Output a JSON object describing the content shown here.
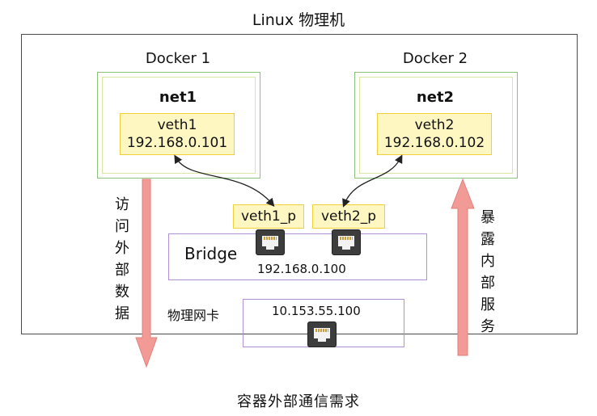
{
  "host": {
    "title": "Linux 物理机"
  },
  "docker1": {
    "label": "Docker 1",
    "net": "net1",
    "veth_name": "veth1",
    "veth_ip": "192.168.0.101"
  },
  "docker2": {
    "label": "Docker 2",
    "net": "net2",
    "veth_name": "veth2",
    "veth_ip": "192.168.0.102"
  },
  "bridge": {
    "label": "Bridge",
    "ip": "192.168.0.100",
    "port1": "veth1_p",
    "port2": "veth2_p"
  },
  "nic": {
    "label": "物理网卡",
    "ip": "10.153.55.100"
  },
  "arrows": {
    "left_label": [
      "访",
      "问",
      "外",
      "部",
      "数",
      "据"
    ],
    "right_label": [
      "暴",
      "露",
      "内",
      "部",
      "服",
      "务"
    ],
    "color": "#f19a96"
  },
  "caption": "容器外部通信需求",
  "icons": {
    "ethernet": "ethernet-port-icon"
  }
}
